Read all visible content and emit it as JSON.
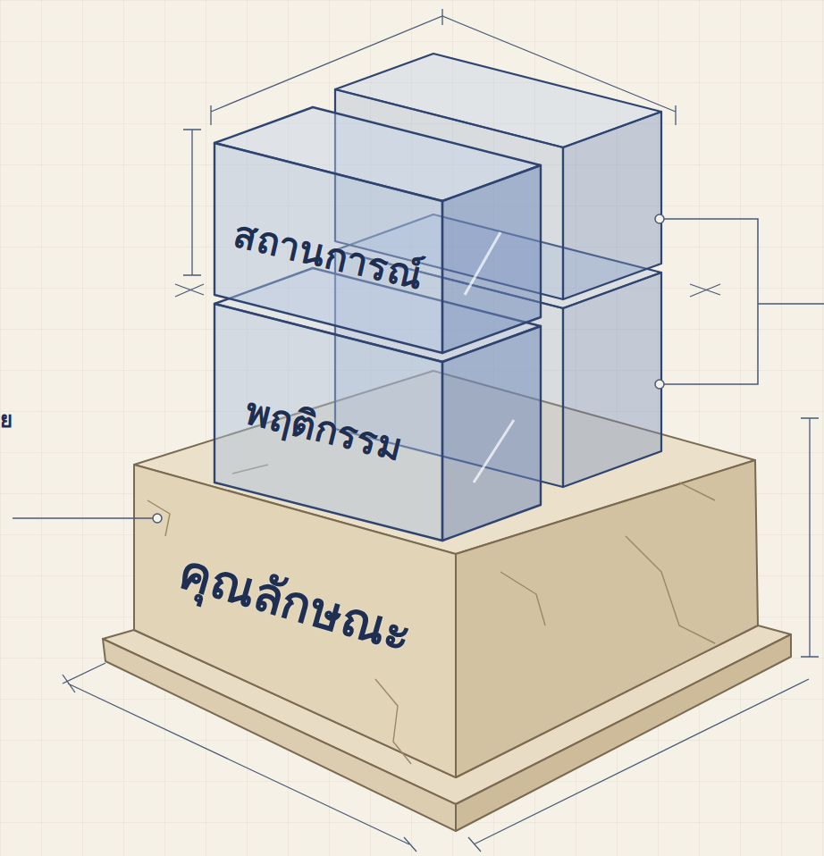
{
  "diagram": {
    "nodes": [
      {
        "text": [
          "สถานการณ์"
        ]
      },
      {
        "text": [
          "พฤติกรรม"
        ]
      },
      {
        "text": [
          "คุณลักษณะ"
        ]
      }
    ],
    "labels": [
      "ย"
    ]
  }
}
